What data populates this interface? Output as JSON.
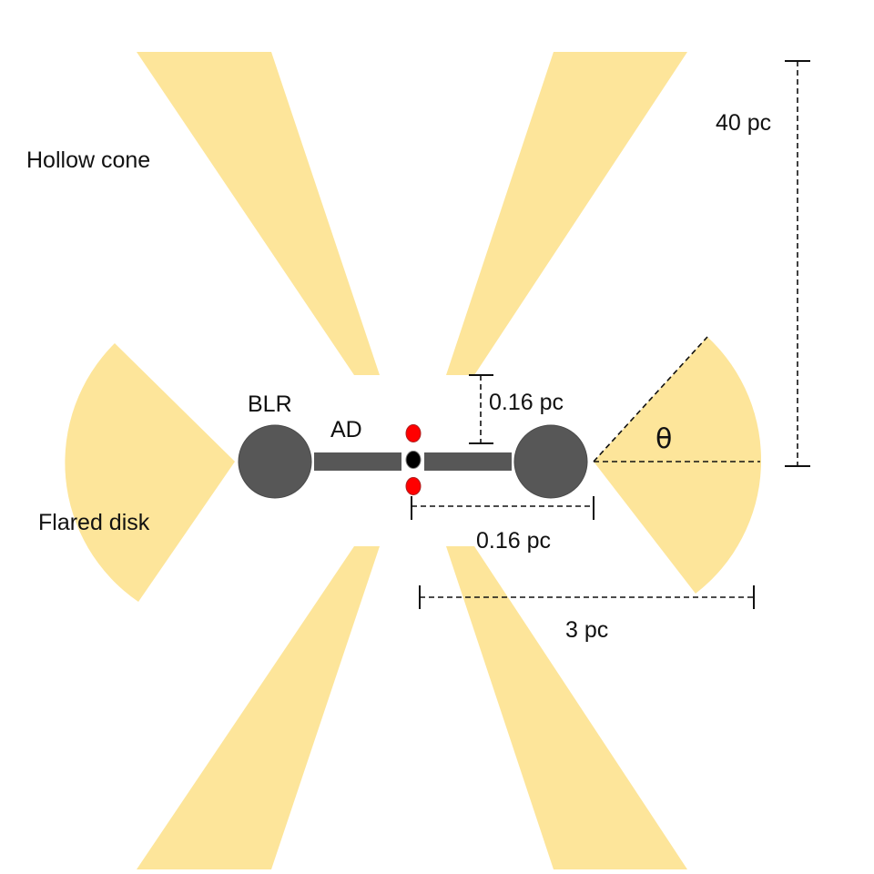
{
  "labels": {
    "hollow_cone": "Hollow cone",
    "flared_disk": "Flared disk",
    "blr": "BLR",
    "ad": "AD",
    "theta": "θ"
  },
  "dimensions": {
    "height": "40 pc",
    "separation_horizontal": "0.16 pc",
    "separation_vertical": "0.16 pc",
    "outer_radius": "3 pc"
  },
  "colors": {
    "cone": "#fde59a",
    "disk": "#fde59a",
    "blr": "#575757",
    "accretion_disk": "#575757",
    "black_hole": "#000000",
    "companion": "#ff0000"
  }
}
